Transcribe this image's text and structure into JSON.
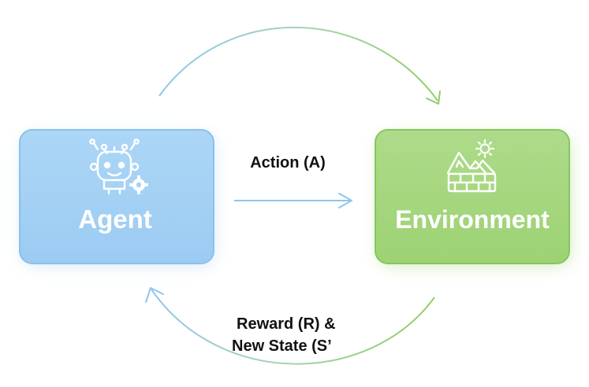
{
  "nodes": {
    "agent": {
      "label": "Agent",
      "icon": "robot-head-icon",
      "color": "#a6d2f4"
    },
    "environment": {
      "label": "Environment",
      "icon": "landscape-icon",
      "color": "#a4d67c"
    }
  },
  "edges": {
    "action": {
      "label": "Action (A)"
    },
    "feedback": {
      "label_line1": "Reward (R) &",
      "label_line2": "New State (S’"
    }
  },
  "colors": {
    "blue_arrow": "#8fc5ee",
    "green_arrow": "#8fcf62",
    "text": "#111111"
  }
}
